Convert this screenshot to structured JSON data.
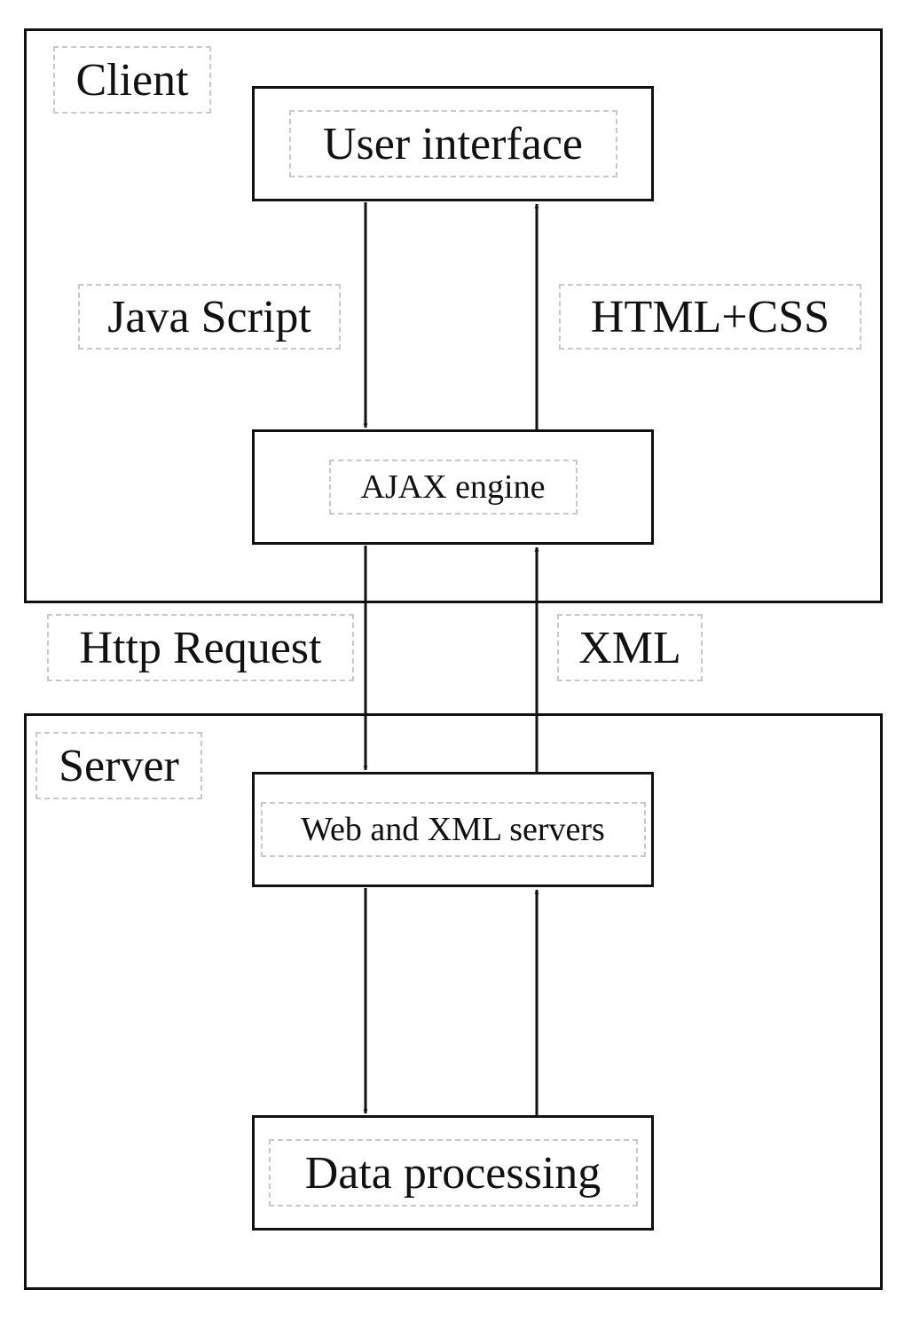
{
  "client": {
    "label": "Client"
  },
  "server": {
    "label": "Server"
  },
  "nodes": {
    "user_interface": "User interface",
    "ajax_engine": "AJAX engine",
    "web_xml_servers": "Web and XML servers",
    "data_processing": "Data processing"
  },
  "edges": {
    "javascript": "Java Script",
    "html_css": "HTML+CSS",
    "http_request": "Http Request",
    "xml": "XML"
  },
  "colors": {
    "line": "#111111",
    "dashed_box": "#c8c8c8"
  }
}
